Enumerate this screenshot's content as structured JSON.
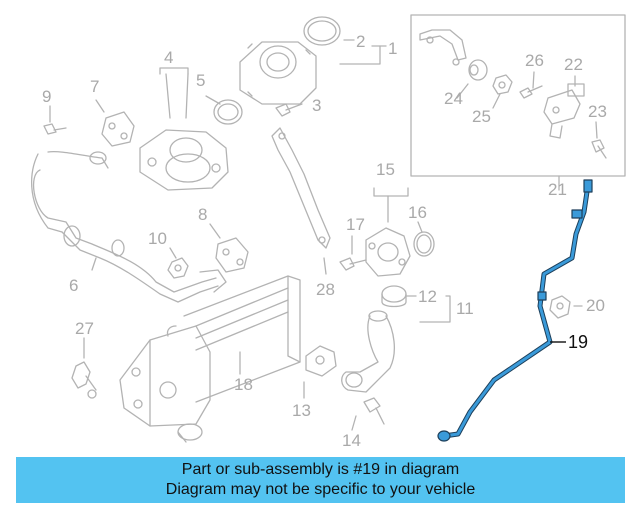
{
  "diagram": {
    "callouts": [
      {
        "id": "c1",
        "label": "1"
      },
      {
        "id": "c2",
        "label": "2"
      },
      {
        "id": "c3",
        "label": "3"
      },
      {
        "id": "c4",
        "label": "4"
      },
      {
        "id": "c5",
        "label": "5"
      },
      {
        "id": "c6",
        "label": "6"
      },
      {
        "id": "c7",
        "label": "7"
      },
      {
        "id": "c8",
        "label": "8"
      },
      {
        "id": "c9",
        "label": "9"
      },
      {
        "id": "c10",
        "label": "10"
      },
      {
        "id": "c11",
        "label": "11"
      },
      {
        "id": "c12",
        "label": "12"
      },
      {
        "id": "c13",
        "label": "13"
      },
      {
        "id": "c14",
        "label": "14"
      },
      {
        "id": "c15",
        "label": "15"
      },
      {
        "id": "c16",
        "label": "16"
      },
      {
        "id": "c17",
        "label": "17"
      },
      {
        "id": "c18",
        "label": "18"
      },
      {
        "id": "c19",
        "label": "19"
      },
      {
        "id": "c20",
        "label": "20"
      },
      {
        "id": "c21",
        "label": "21"
      },
      {
        "id": "c22",
        "label": "22"
      },
      {
        "id": "c23",
        "label": "23"
      },
      {
        "id": "c24",
        "label": "24"
      },
      {
        "id": "c25",
        "label": "25"
      },
      {
        "id": "c26",
        "label": "26"
      },
      {
        "id": "c27",
        "label": "27"
      },
      {
        "id": "c28",
        "label": "28"
      }
    ],
    "highlighted_part": "19",
    "colors": {
      "line": "#b3b3b3",
      "highlight": "#3a9ad9",
      "highlight_dark": "#1d3f5a",
      "banner": "#53c3f1"
    }
  },
  "banner": {
    "line1": "Part or sub-assembly is #19 in diagram",
    "line2": "Diagram may not be specific to your vehicle"
  }
}
